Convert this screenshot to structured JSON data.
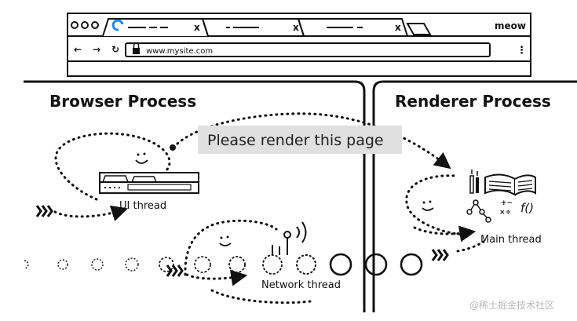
{
  "browser": {
    "brand": "meow",
    "url": "www.mysite.com",
    "nav_back": "←",
    "nav_forward": "→",
    "nav_reload": "↻",
    "menu": "⋮",
    "tab_close": "x"
  },
  "browser_process": {
    "title": "Browser Process",
    "ui_thread": "UI thread",
    "network_thread": "Network thread"
  },
  "renderer_process": {
    "title": "Renderer Process",
    "main_thread": "Main thread",
    "math_glyph": "+−\n×÷",
    "fx_glyph": "f()"
  },
  "message": {
    "text": "Please render this page"
  },
  "watermark": {
    "text": "@稀土掘金技术社区"
  },
  "colors": {
    "ink": "#111111",
    "message_bg": "#e0e0e0",
    "watermark": "#b9b9b9"
  }
}
